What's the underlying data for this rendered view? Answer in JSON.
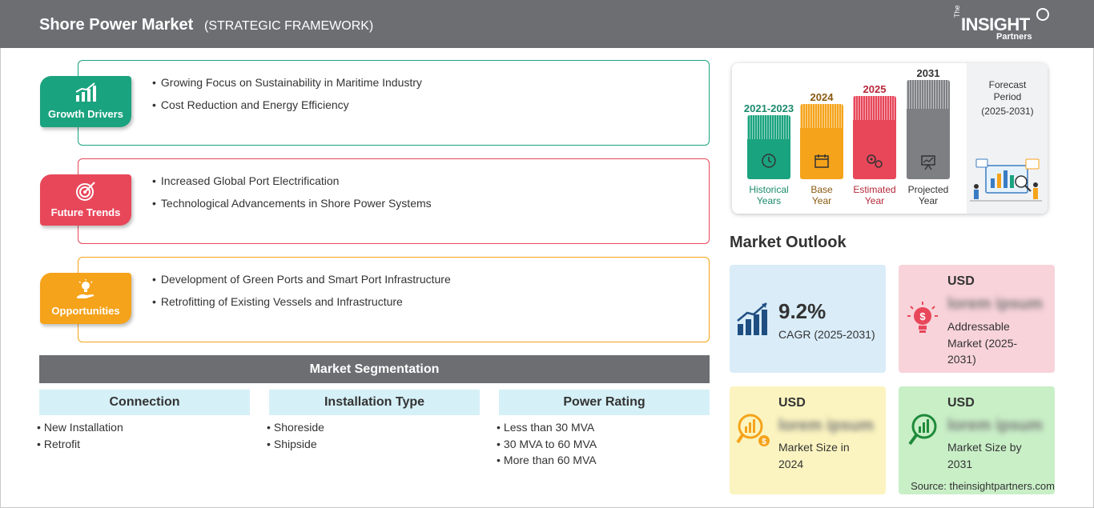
{
  "header": {
    "title": "Shore Power Market",
    "subtitle": "(STRATEGIC FRAMEWORK)",
    "logo": {
      "the": "The",
      "insight": "INSIGHT",
      "partners": "Partners"
    }
  },
  "framework": [
    {
      "label": "Growth Drivers",
      "color": "#1aa37f",
      "icon": "bar-chart-icon",
      "points": [
        "Growing Focus on Sustainability in Maritime Industry",
        "Cost Reduction and Energy Efficiency"
      ]
    },
    {
      "label": "Future Trends",
      "color": "#e8475a",
      "icon": "target-icon",
      "points": [
        "Increased Global Port Electrification",
        "Technological Advancements in Shore Power Systems"
      ]
    },
    {
      "label": "Opportunities",
      "color": "#f5a31a",
      "icon": "lightbulb-hand-icon",
      "points": [
        "Development of Green Ports and Smart Port Infrastructure",
        "Retrofitting of Existing Vessels and Infrastructure"
      ]
    }
  ],
  "segmentation": {
    "title": "Market Segmentation",
    "columns": [
      {
        "heading": "Connection",
        "items": [
          "New Installation",
          "Retrofit"
        ]
      },
      {
        "heading": "Installation Type",
        "items": [
          "Shoreside",
          "Shipside"
        ]
      },
      {
        "heading": "Power Rating",
        "items": [
          "Less than 30 MVA",
          "30 MVA to 60 MVA",
          "More than 60 MVA"
        ]
      }
    ]
  },
  "timeline": {
    "bars": [
      {
        "year": "2021-2023",
        "caption": "Historical\nYears",
        "color": "#1aa37f",
        "caption_color": "#1a8a6b"
      },
      {
        "year": "2024",
        "caption": "Base\nYear",
        "color": "#f5a31a",
        "caption_color": "#8a5a10"
      },
      {
        "year": "2025",
        "caption": "Estimated\nYear",
        "color": "#e8475a",
        "caption_color": "#b5283a"
      },
      {
        "year": "2031",
        "caption": "Projected\nYear",
        "color": "#7d7f83",
        "caption_color": "#333333"
      }
    ],
    "forecast_label": "Forecast\nPeriod",
    "forecast_range": "(2025-2031)"
  },
  "outlook": {
    "title": "Market Outlook",
    "cagr": {
      "value": "9.2%",
      "label": "CAGR (2025-2031)",
      "bg": "#d9ecf8"
    },
    "addressable": {
      "currency": "USD",
      "value": "lorem ipsum",
      "label": "Addressable Market (2025-2031)",
      "bg": "#f8d3da"
    },
    "size_2024": {
      "currency": "USD",
      "value": "lorem ipsum",
      "label": "Market Size in 2024",
      "bg": "#fbf4c0"
    },
    "size_2031": {
      "currency": "USD",
      "value": "lorem ipsum",
      "label": "Market Size by 2031",
      "bg": "#c9efc7"
    }
  },
  "source": "Source: theinsightpartners.com"
}
